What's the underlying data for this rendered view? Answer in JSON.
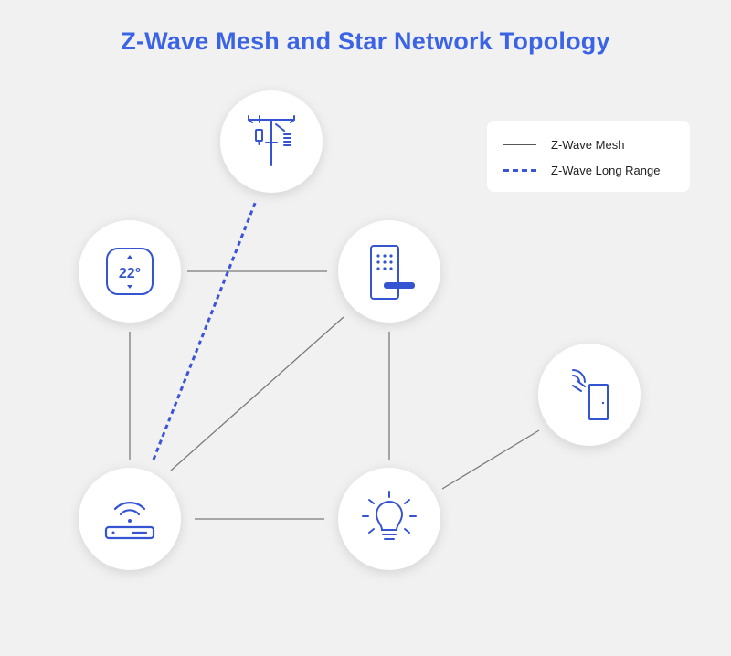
{
  "title": "Z-Wave Mesh and Star Network Topology",
  "legend": {
    "mesh_label": "Z-Wave Mesh",
    "long_range_label": "Z-Wave Long Range"
  },
  "nodes": {
    "thermostat_value": "22°"
  },
  "colors": {
    "accent": "#3b63e6",
    "icon": "#3554d1",
    "mesh_line": "#6b6b6b",
    "background": "#f1f1f1"
  }
}
